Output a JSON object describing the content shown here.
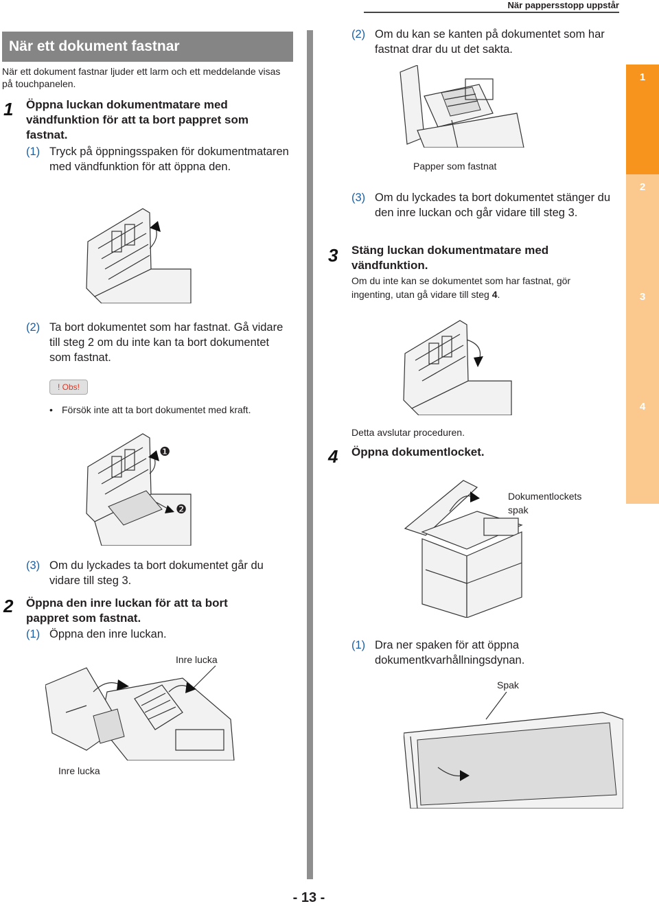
{
  "header": {
    "title": "När pappersstopp uppstår"
  },
  "section": {
    "title": "När ett dokument fastnar",
    "intro": "När ett dokument fastnar ljuder ett larm och ett meddelande visas på touchpanelen."
  },
  "step1": {
    "num": "1",
    "title": "Öppna luckan dokumentmatare med vändfunktion för att ta bort pappret som fastnat.",
    "sub1_num": "(1)",
    "sub1_text": "Tryck på öppningsspaken för dokumentmataren med vändfunktion för att öppna den.",
    "sub2_num": "(2)",
    "sub2_text": "Ta bort dokumentet som har fastnat. Gå vidare till steg 2 om du inte kan ta bort dokumentet som fastnat.",
    "note_label": "! Obs!",
    "note_bullet": "•",
    "note_text": "Försök inte att ta bort dokumentet med kraft.",
    "callout_a": "❶",
    "callout_b": "❷",
    "sub3_num": "(3)",
    "sub3_text": "Om du lyckades ta bort dokumentet går du vidare till steg 3."
  },
  "step2": {
    "num": "2",
    "title": "Öppna den inre luckan  för att ta bort pappret som fastnat.",
    "sub1_num": "(1)",
    "sub1_text": "Öppna den inre luckan.",
    "label_top": "Inre lucka",
    "label_bottom": "Inre lucka",
    "sub2_num": "(2)",
    "sub2_text": "Om du kan se kanten på dokumentet som har fastnat drar du ut det sakta.",
    "label_paper": "Papper som fastnat",
    "sub3_num": "(3)",
    "sub3_text": "Om du lyckades ta bort dokumentet stänger du den inre luckan och går vidare till steg 3."
  },
  "step3": {
    "num": "3",
    "title": "Stäng luckan dokumentmatare med vändfunktion.",
    "body_pre": "Om du inte kan se dokumentet som har fastnat, gör ingenting, utan gå vidare till steg ",
    "body_num": "4",
    "body_post": ".",
    "done": "Detta avslutar proceduren."
  },
  "step4": {
    "num": "4",
    "title": "Öppna dokumentlocket.",
    "label_lever": "Dokumentlockets spak",
    "sub1_num": "(1)",
    "sub1_text": "Dra ner spaken för att öppna dokumentkvarhållningsdynan.",
    "label_spak": "Spak"
  },
  "tabs": [
    {
      "label": "1",
      "color": "#f7941d"
    },
    {
      "label": "2",
      "color": "#fbc98d"
    },
    {
      "label": "3",
      "color": "#fbc98d"
    },
    {
      "label": "4",
      "color": "#fbc98d"
    }
  ],
  "page_number": "- 13 -"
}
